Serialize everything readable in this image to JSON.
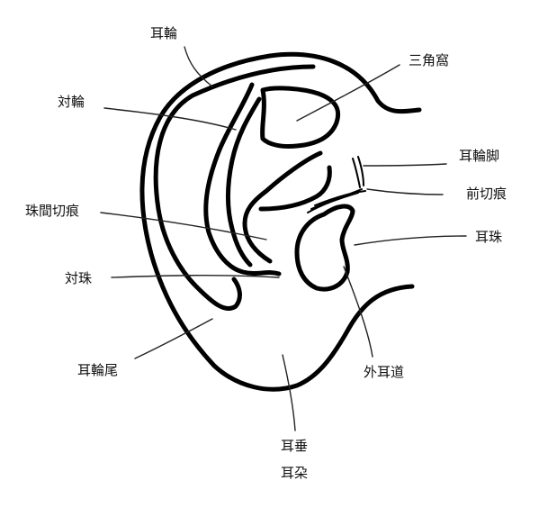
{
  "diagram": {
    "labels": {
      "helix": "耳輪",
      "antihelix": "対輪",
      "triangular_fossa": "三角窩",
      "helix_crus": "耳輪脚",
      "anterior_notch": "前切痕",
      "intertragic_notch": "珠間切痕",
      "tragus": "耳珠",
      "antitragus": "対珠",
      "helix_tail": "耳輪尾",
      "external_auditory_canal": "外耳道",
      "earlobe": "耳垂",
      "auricle": "耳朶"
    }
  }
}
